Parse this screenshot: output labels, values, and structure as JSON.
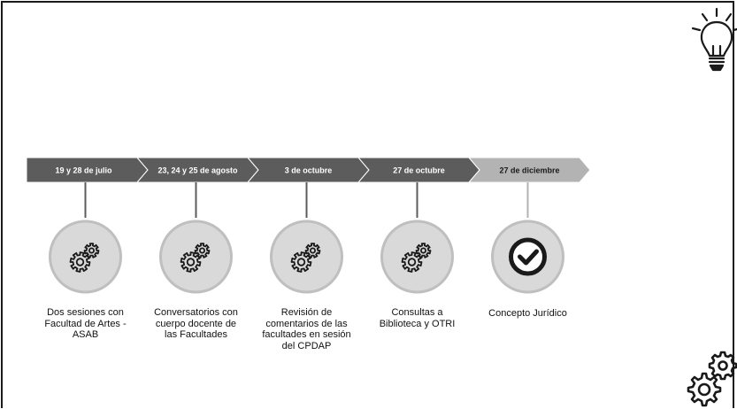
{
  "timeline": {
    "steps": [
      {
        "date": "19 y 28 de julio",
        "description": [
          "Dos sesiones con",
          "Facultad de Artes -",
          "ASAB"
        ],
        "icon": "gears-icon",
        "arrow_color": "#5c5c5c",
        "text_color": "#ffffff",
        "status": "pending"
      },
      {
        "date": "23, 24 y 25 de agosto",
        "description": [
          "Conversatorios con",
          "cuerpo docente de",
          "las Facultades"
        ],
        "icon": "gears-icon",
        "arrow_color": "#5c5c5c",
        "text_color": "#ffffff",
        "status": "pending"
      },
      {
        "date": "3 de octubre",
        "description": [
          "Revisión de",
          "comentarios de las",
          "facultades en sesión",
          "del CPDAP"
        ],
        "icon": "gears-icon",
        "arrow_color": "#5c5c5c",
        "text_color": "#ffffff",
        "status": "pending"
      },
      {
        "date": "27 de octubre",
        "description": [
          "Consultas a",
          "Biblioteca y OTRI"
        ],
        "icon": "gears-icon",
        "arrow_color": "#5c5c5c",
        "text_color": "#ffffff",
        "status": "pending"
      },
      {
        "date": "27 de diciembre",
        "description": [
          "Concepto Jurídico"
        ],
        "icon": "checkmark-icon",
        "arrow_color": "#b3b3b3",
        "text_color": "#1a1a1a",
        "status": "done"
      }
    ]
  },
  "decorations": {
    "top_right": "lightbulb-icon",
    "bottom_right": "gears-icon"
  }
}
